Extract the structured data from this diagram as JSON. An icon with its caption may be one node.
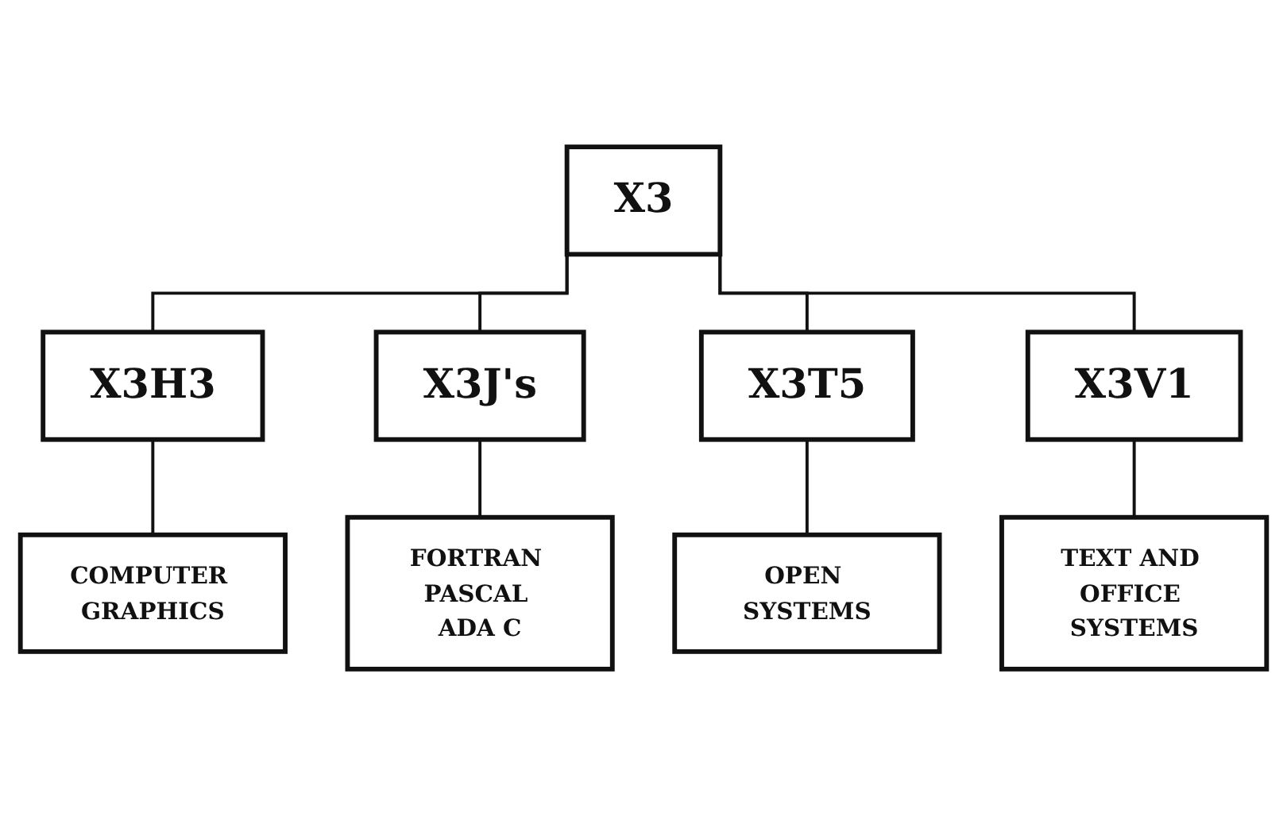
{
  "diagram": {
    "nodes": [
      {
        "text": [
          "X3"
        ]
      },
      {
        "text": [
          "X3H3"
        ]
      },
      {
        "text": [
          "X3J's"
        ]
      },
      {
        "text": [
          "X3T5"
        ]
      },
      {
        "text": [
          "X3V1"
        ]
      },
      {
        "text": [
          "COMPUTER GRAPHICS"
        ]
      },
      {
        "text": [
          "FORTRAN PASCAL ADA C"
        ]
      },
      {
        "text": [
          "OPEN SYSTEMS"
        ]
      },
      {
        "text": [
          "TEXT AND OFFICE SYSTEMS"
        ]
      }
    ],
    "edges": [
      {
        "from": 0,
        "to": 1,
        "arrow": "none"
      },
      {
        "from": 0,
        "to": 2,
        "arrow": "none"
      },
      {
        "from": 0,
        "to": 3,
        "arrow": "none"
      },
      {
        "from": 0,
        "to": 4,
        "arrow": "none"
      },
      {
        "from": 1,
        "to": 5,
        "arrow": "none"
      },
      {
        "from": 2,
        "to": 6,
        "arrow": "none"
      },
      {
        "from": 3,
        "to": 7,
        "arrow": "none"
      },
      {
        "from": 4,
        "to": 8,
        "arrow": "none"
      }
    ]
  }
}
